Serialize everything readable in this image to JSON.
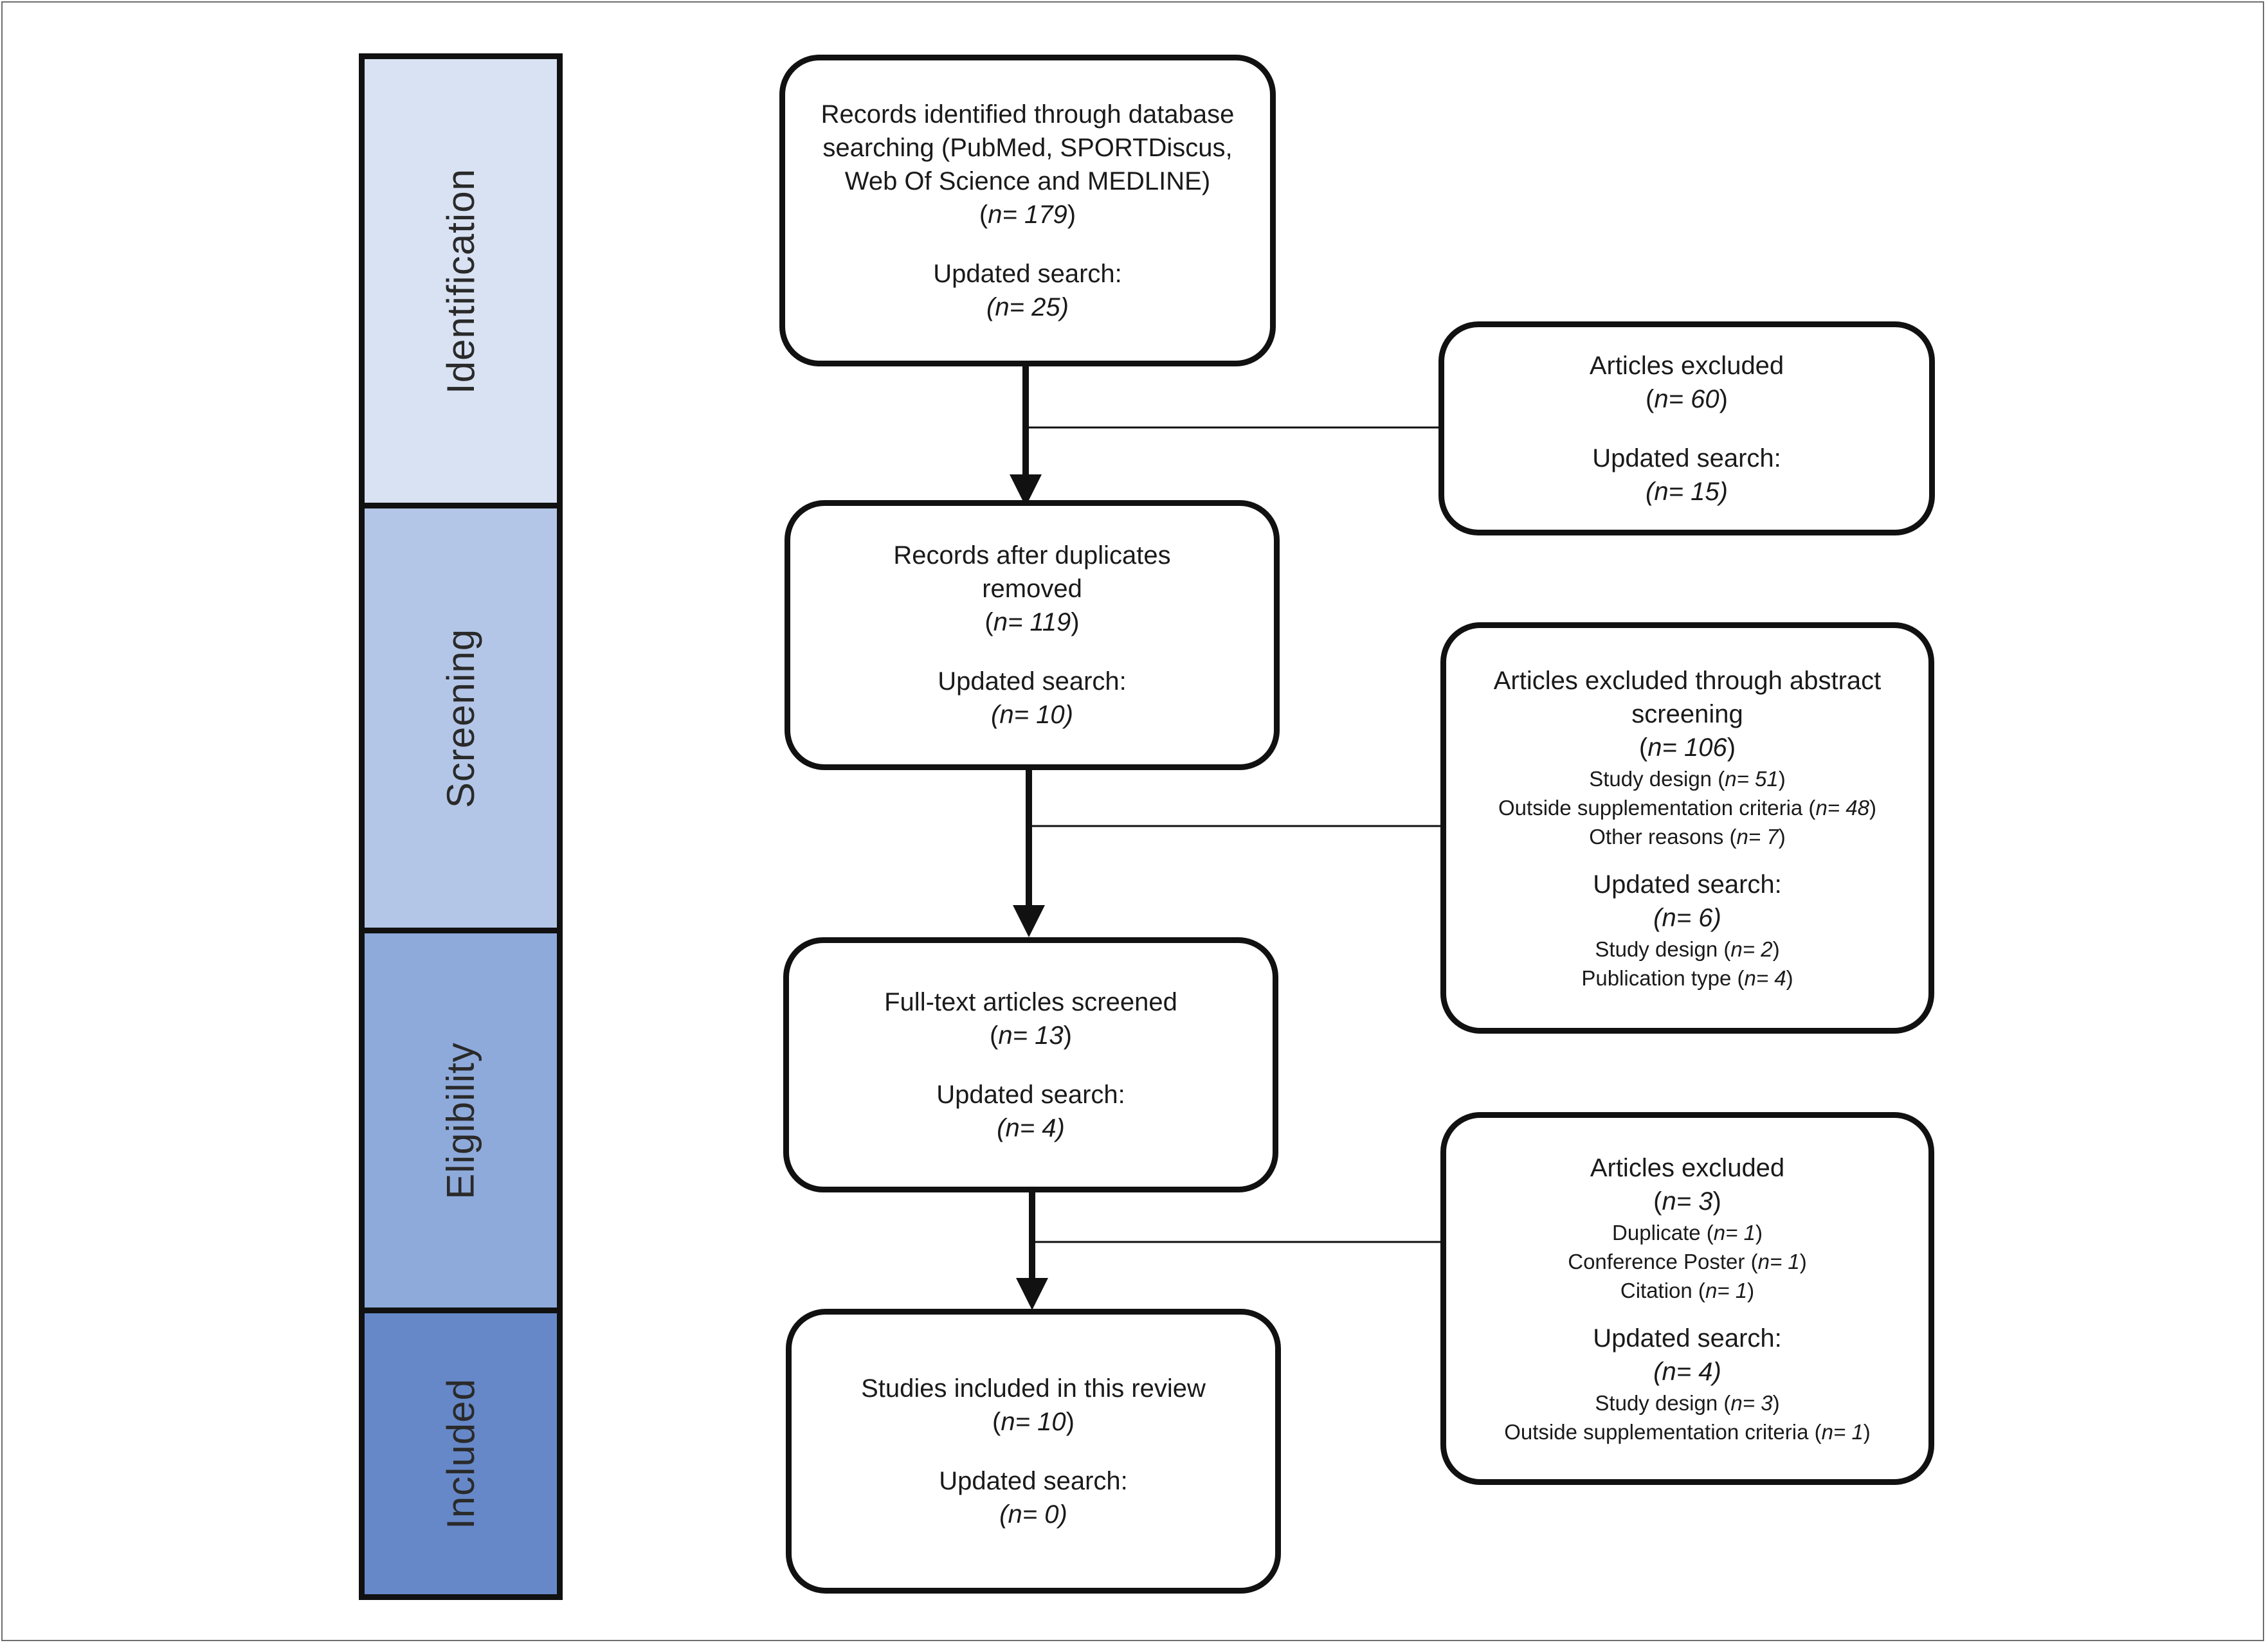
{
  "stages": {
    "identification": "Identification",
    "screening": "Screening",
    "eligibility": "Eligibility",
    "included": "Included"
  },
  "identified": {
    "line1": "Records identified through database",
    "line2": "searching (PubMed, SPORTDiscus,",
    "line3": "Web Of Science and MEDLINE)",
    "n": "179",
    "updated_label": "Updated search:",
    "updated_n": "25"
  },
  "screened": {
    "line1": "Records after duplicates",
    "line2": "removed",
    "n": "119",
    "updated_label": "Updated search:",
    "updated_n": "10"
  },
  "fulltext": {
    "line1": "Full-text articles screened",
    "n": "13",
    "updated_label": "Updated search:",
    "updated_n": "4"
  },
  "included": {
    "line1": "Studies included in this review",
    "n": "10",
    "updated_label": "Updated search:",
    "updated_n": "0"
  },
  "excluded1": {
    "line1": "Articles excluded",
    "n": "60",
    "updated_label": "Updated search:",
    "updated_n": "15"
  },
  "excluded2": {
    "line1": "Articles excluded through abstract",
    "line2": "screening",
    "n": "106",
    "reasons": [
      {
        "label": "Study design",
        "n": "51"
      },
      {
        "label": "Outside supplementation criteria",
        "n": "48"
      },
      {
        "label": "Other reasons",
        "n": "7"
      }
    ],
    "updated_label": "Updated search:",
    "updated_n": "6",
    "updated_reasons": [
      {
        "label": "Study design",
        "n": "2"
      },
      {
        "label": "Publication type",
        "n": "4"
      }
    ]
  },
  "excluded3": {
    "line1": "Articles excluded",
    "n": "3",
    "reasons": [
      {
        "label": "Duplicate",
        "n": "1"
      },
      {
        "label": "Conference Poster",
        "n": "1"
      },
      {
        "label": "Citation",
        "n": "1"
      }
    ],
    "updated_label": "Updated search:",
    "updated_n": "4",
    "updated_reasons": [
      {
        "label": "Study design",
        "n": "3"
      },
      {
        "label": "Outside supplementation criteria",
        "n": "1"
      }
    ]
  },
  "n_prefix": "n",
  "colors": {
    "identification": "#d9e2f3",
    "screening": "#b4c6e7",
    "eligibility": "#8eaadb",
    "included": "#6688c8"
  }
}
